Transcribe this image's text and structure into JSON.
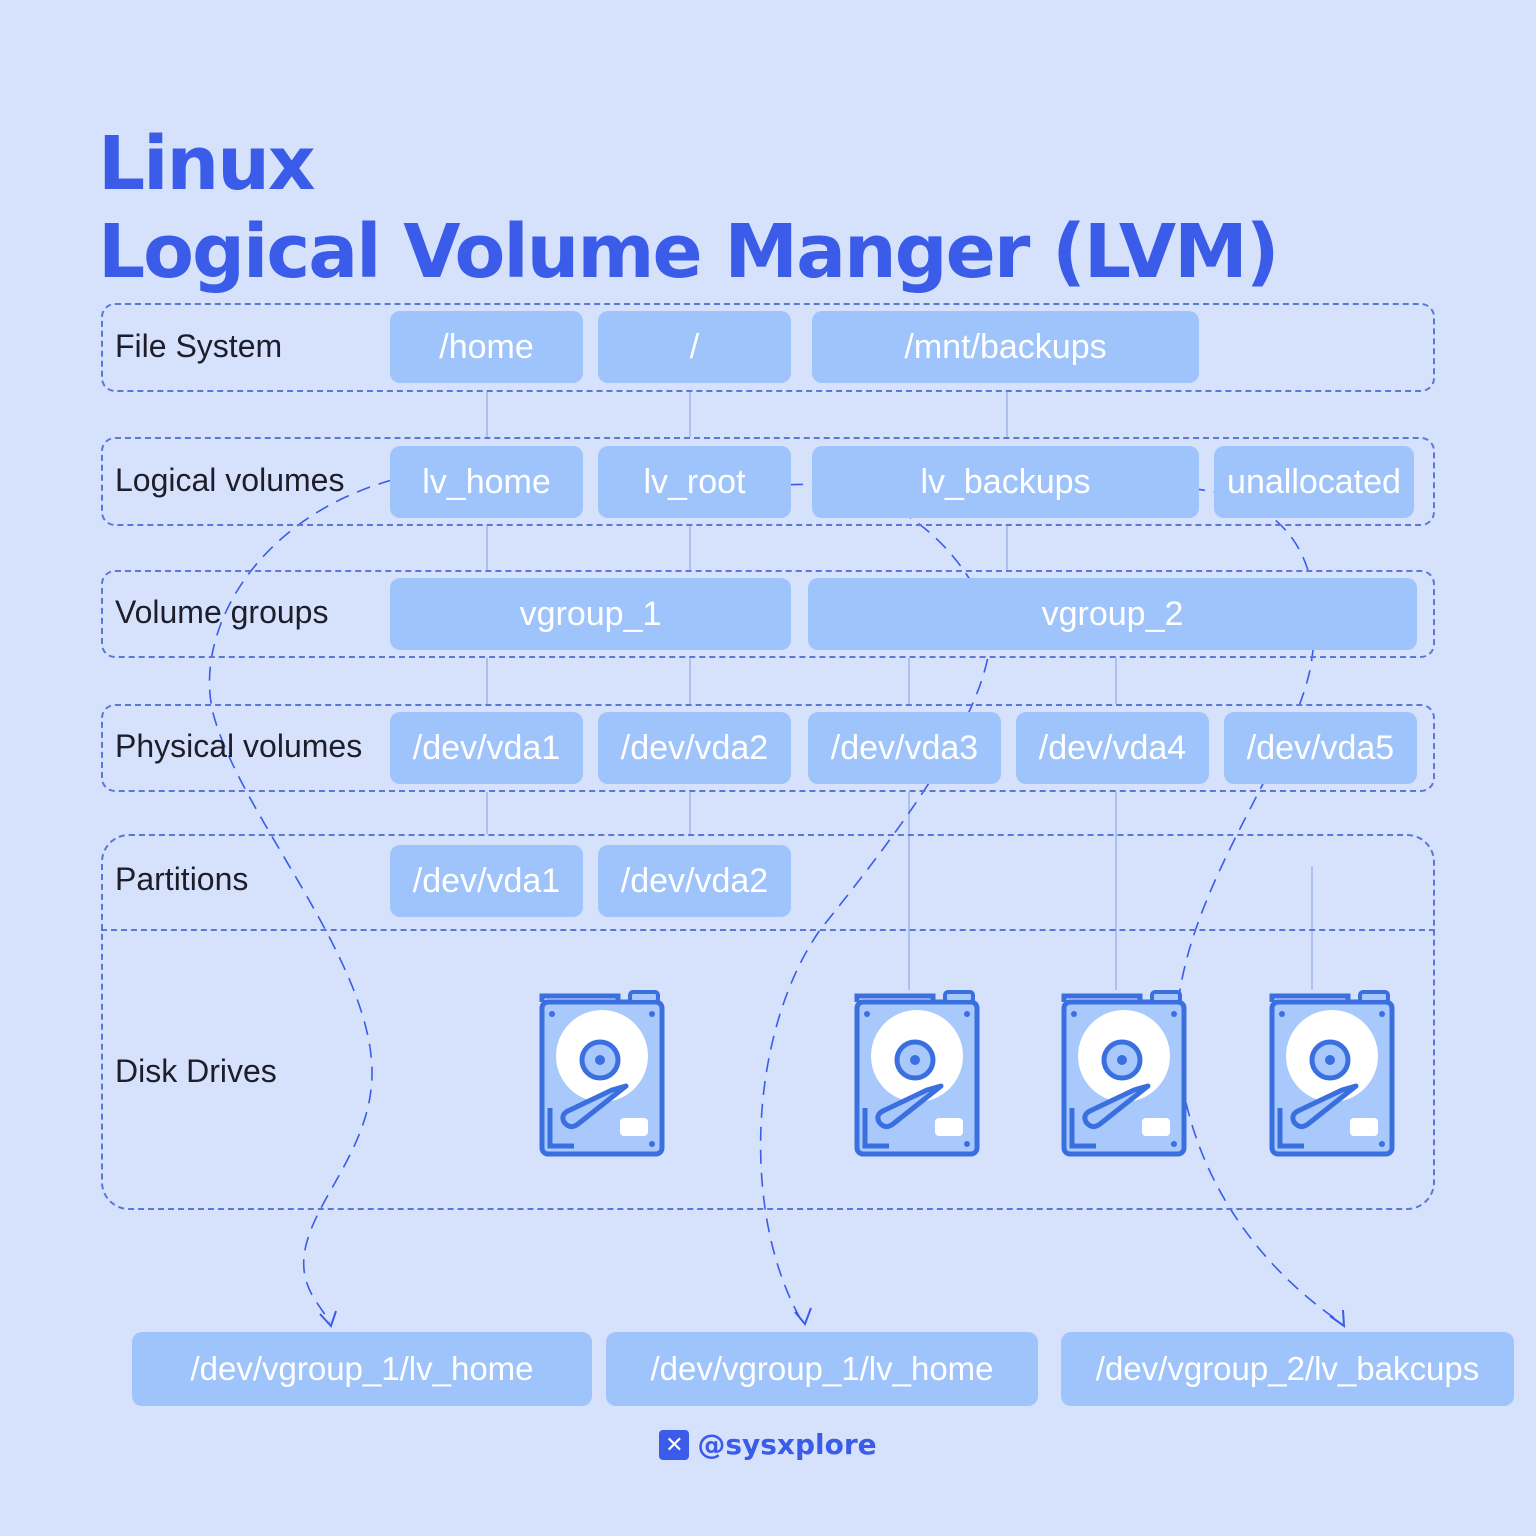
{
  "title": {
    "line1": "Linux",
    "line2": "Logical Volume Manger (LVM)"
  },
  "rows": {
    "file_system": "File System",
    "logical_volumes": "Logical volumes",
    "volume_groups": "Volume groups",
    "physical_volumes": "Physical volumes",
    "partitions": "Partitions",
    "disk_drives": "Disk Drives"
  },
  "file_system": [
    "/home",
    "/",
    "/mnt/backups"
  ],
  "logical_volumes": [
    "lv_home",
    "lv_root",
    "lv_backups",
    "unallocated"
  ],
  "volume_groups": [
    "vgroup_1",
    "vgroup_2"
  ],
  "physical_volumes": [
    "/dev/vda1",
    "/dev/vda2",
    "/dev/vda3",
    "/dev/vda4",
    "/dev/vda5"
  ],
  "partitions": [
    "/dev/vda1",
    "/dev/vda2"
  ],
  "disk_drives": [
    {
      "icon": "hard-disk-drive-icon"
    },
    {
      "icon": "hard-disk-drive-icon"
    },
    {
      "icon": "hard-disk-drive-icon"
    },
    {
      "icon": "hard-disk-drive-icon"
    }
  ],
  "device_paths": [
    "/dev/vgroup_1/lv_home",
    "/dev/vgroup_1/lv_home",
    "/dev/vgroup_2/lv_bakcups"
  ],
  "footer": {
    "icon": "x-logo-icon",
    "handle": "@sysxplore"
  },
  "colors": {
    "background": "#d6e2fb",
    "title": "#3a5ce8",
    "pill": "#9fc4fb",
    "dashed": "#5b78d8",
    "drive_body": "#3a6fe0"
  }
}
